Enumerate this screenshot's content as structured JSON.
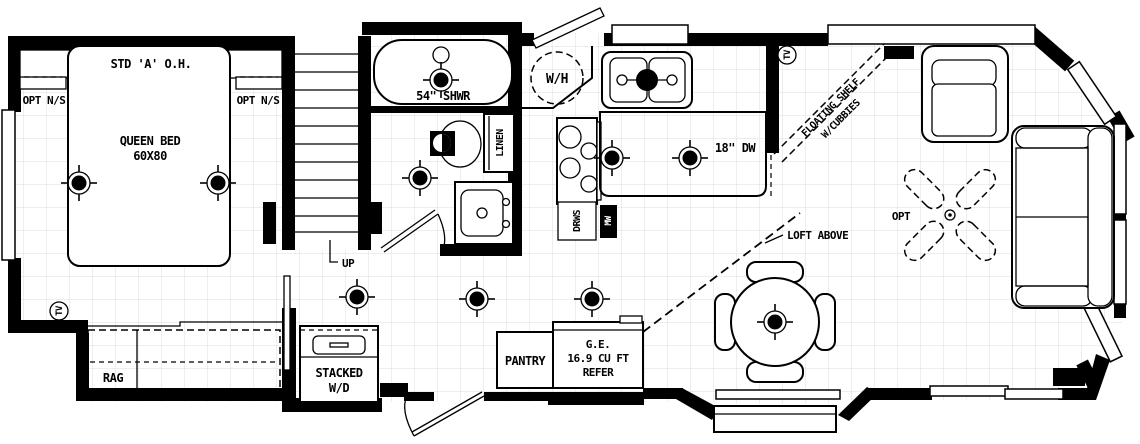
{
  "plan": {
    "type": "park-model floor plan",
    "colors": {
      "wall": "#000000",
      "floor_grid": "#dcdcdc",
      "background": "#ffffff"
    }
  },
  "labels": {
    "overhead_cabinet": "STD 'A' O.H.",
    "nightstand_left": "OPT N/S",
    "nightstand_right": "OPT N/S",
    "bed_line1": "QUEEN BED",
    "bed_line2": "60X80",
    "wardrobe": "RAG",
    "tv_bedroom": "TV",
    "stairs_up": "UP",
    "shower": "54\" SHWR",
    "linen": "LINEN",
    "water_heater": "W/H",
    "stacked_wd_line1": "STACKED",
    "stacked_wd_line2": "W/D",
    "drawers": "DRWS",
    "microwave": "MW",
    "dishwasher": "18\" DW",
    "pantry": "PANTRY",
    "refrigerator_line1": "G.E.",
    "refrigerator_line2": "16.9 CU FT",
    "refrigerator_line3": "REFER",
    "floating_shelf_line1": "FLOATING SHELF",
    "floating_shelf_line2": "W/CUBBIES",
    "loft": "LOFT ABOVE",
    "ceiling_fan_opt": "OPT",
    "tv_living": "TV"
  }
}
